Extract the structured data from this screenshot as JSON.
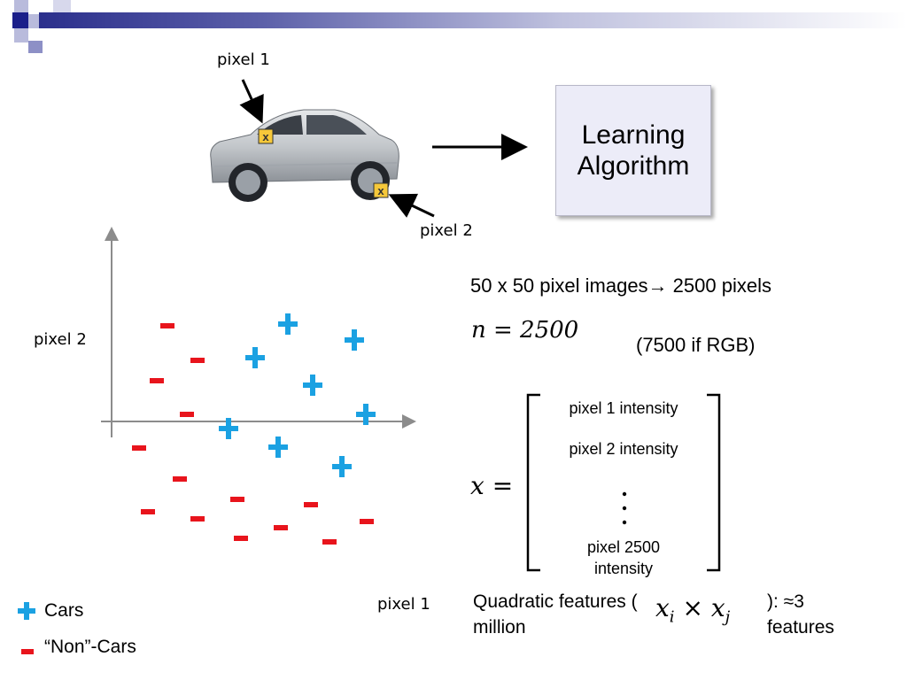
{
  "labels": {
    "pixel1_top": "pixel 1",
    "pixel2_car": "pixel 2",
    "axis_y": "pixel 2",
    "axis_x": "pixel 1"
  },
  "learning_algorithm": {
    "line1": "Learning",
    "line2": "Algorithm"
  },
  "image_info": {
    "pixels_text": "50 x 50 pixel images→ 2500 pixels",
    "n_equation": "n = 2500",
    "rgb_note": "(7500 if RGB)"
  },
  "vector": {
    "lhs": "x =",
    "entries": [
      "pixel 1 intensity",
      "pixel 2 intensity",
      "pixel 2500 intensity"
    ]
  },
  "quadratic": {
    "prefix": "Quadratic features (",
    "prefix_line2": "million",
    "term": "x",
    "term_i": "i",
    "times": "×",
    "term_j": "j",
    "suffix": "): ≈3",
    "suffix_line2": "features"
  },
  "legend": {
    "items": [
      {
        "symbol": "+",
        "label": "Cars",
        "color": "#1ba1e2"
      },
      {
        "symbol": "-",
        "label": "“Non”-Cars",
        "color": "#e8141c"
      }
    ]
  },
  "colors": {
    "plus": "#1ba1e2",
    "minus": "#e8141c",
    "axis": "#8c8c8c"
  },
  "car_image": {
    "description": "silver-coupe-photo"
  }
}
